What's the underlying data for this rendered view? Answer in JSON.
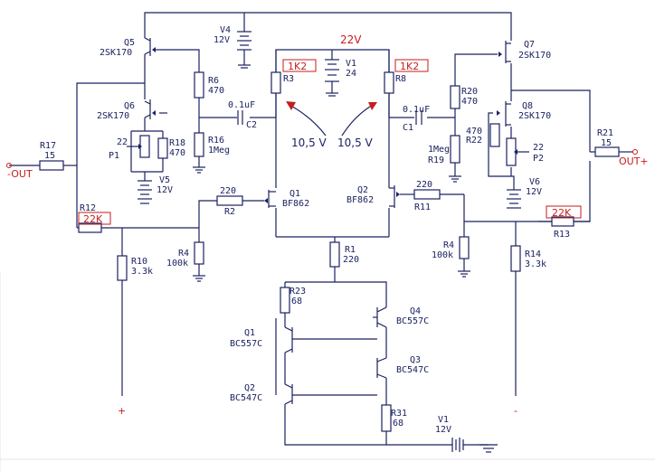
{
  "components": {
    "V4": {
      "name": "V4",
      "value": "12V"
    },
    "Q5": {
      "name": "Q5",
      "value": "2SK170"
    },
    "R6": {
      "name": "R6",
      "value": "470"
    },
    "Q6": {
      "name": "Q6",
      "value": "2SK170"
    },
    "P1": {
      "name": "P1",
      "value": "22"
    },
    "R18": {
      "name": "R18",
      "value": "470"
    },
    "R16": {
      "name": "R16",
      "value": "1Meg"
    },
    "C2": {
      "name": "C2",
      "value": "0.1uF"
    },
    "R17": {
      "name": "R17",
      "value": "15"
    },
    "V5": {
      "name": "V5",
      "value": "12V"
    },
    "R12": {
      "name": "R12",
      "value": "22K"
    },
    "R2": {
      "name": "R2",
      "value": "220"
    },
    "Q1": {
      "name": "Q1",
      "value": "BF862"
    },
    "R10": {
      "name": "R10",
      "value": "3.3k"
    },
    "R4L": {
      "name": "R4",
      "value": "100k"
    },
    "R3": {
      "name": "R3",
      "value": "1K2"
    },
    "V1TOP": {
      "name": "V1",
      "value": "24"
    },
    "R8": {
      "name": "R8",
      "value": "1K2"
    },
    "Q2": {
      "name": "Q2",
      "value": "BF862"
    },
    "R11": {
      "name": "R11",
      "value": "220"
    },
    "C1": {
      "name": "C1",
      "value": "0.1uF"
    },
    "R19": {
      "name": "R19",
      "value": "1Meg"
    },
    "R20": {
      "name": "R20",
      "value": "470"
    },
    "R22": {
      "name": "R22",
      "value": "470"
    },
    "Q7": {
      "name": "Q7",
      "value": "2SK170"
    },
    "Q8": {
      "name": "Q8",
      "value": "2SK170"
    },
    "P2": {
      "name": "P2",
      "value": "22"
    },
    "V6": {
      "name": "V6",
      "value": "12V"
    },
    "R21": {
      "name": "R21",
      "value": "15"
    },
    "R13": {
      "name": "R13",
      "value": "22K"
    },
    "R4R": {
      "name": "R4",
      "value": "100k"
    },
    "R14": {
      "name": "R14",
      "value": "3.3k"
    },
    "R1": {
      "name": "R1",
      "value": "220"
    },
    "R23": {
      "name": "R23",
      "value": "68"
    },
    "Q1B": {
      "name": "Q1",
      "value": "BC557C"
    },
    "Q2B": {
      "name": "Q2",
      "value": "BC547C"
    },
    "Q4": {
      "name": "Q4",
      "value": "BC557C"
    },
    "Q3": {
      "name": "Q3",
      "value": "BC547C"
    },
    "R31": {
      "name": "R31",
      "value": "68"
    },
    "V1BOT": {
      "name": "V1",
      "value": "12V"
    }
  },
  "annotations": {
    "supply": "22V",
    "left_voltage": "10,5 V",
    "right_voltage": "10,5 V",
    "out_minus": "-OUT",
    "out_plus": "OUT+",
    "plus_sign": "+",
    "minus_sign": "-"
  },
  "colors": {
    "wire": "#1a2260",
    "annotation": "#c41e1e"
  }
}
